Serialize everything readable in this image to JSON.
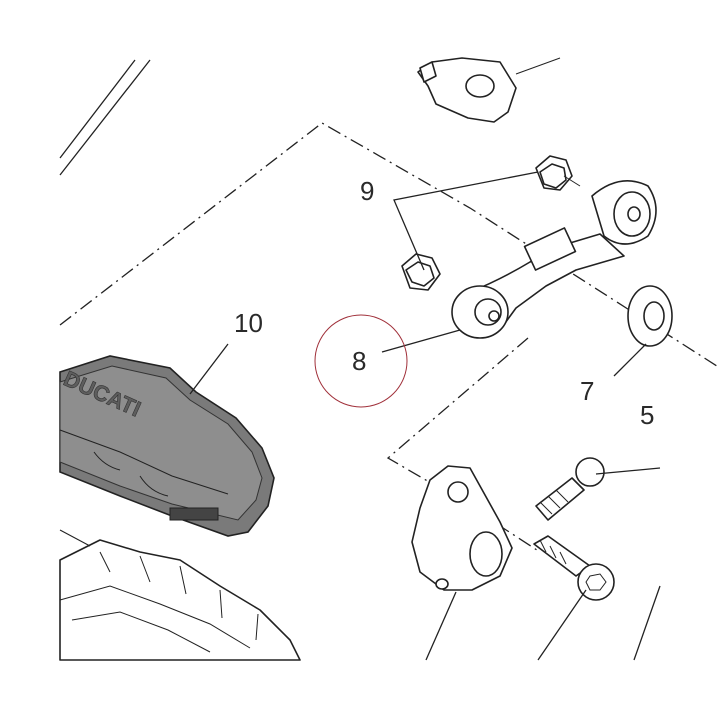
{
  "diagram": {
    "callouts": {
      "c5": "5",
      "c7": "7",
      "c8": "8",
      "c9": "9",
      "c10": "10"
    },
    "logo_text": "DUCATI",
    "highlight_color": "#a0303a"
  }
}
